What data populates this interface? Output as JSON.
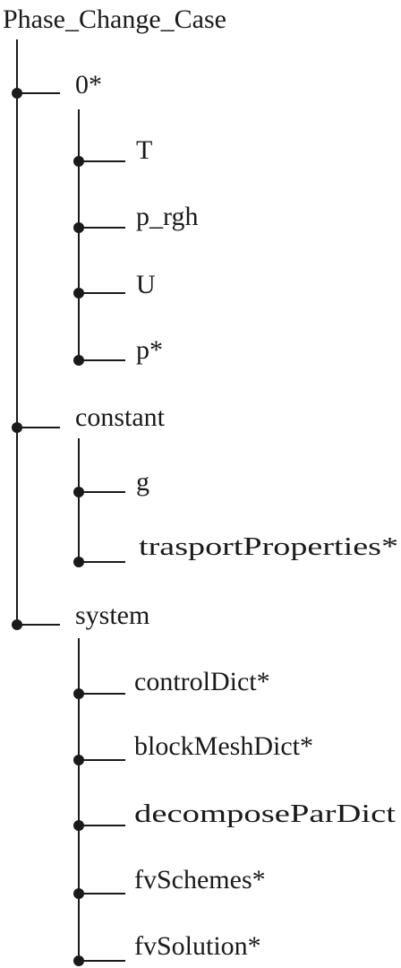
{
  "root": {
    "label": "Phase_Change_Case"
  },
  "folders": [
    {
      "label": "0*",
      "files": [
        "T",
        "p_rgh",
        "U",
        "p*"
      ]
    },
    {
      "label": "constant",
      "files": [
        "g",
        "trasportProperties*"
      ]
    },
    {
      "label": "system",
      "files": [
        "controlDict*",
        "blockMeshDict*",
        "decomposeParDict",
        "fvSchemes*",
        "fvSolution*"
      ]
    }
  ],
  "colors": {
    "ink": "#1a1a1a",
    "background": "#ffffff"
  }
}
